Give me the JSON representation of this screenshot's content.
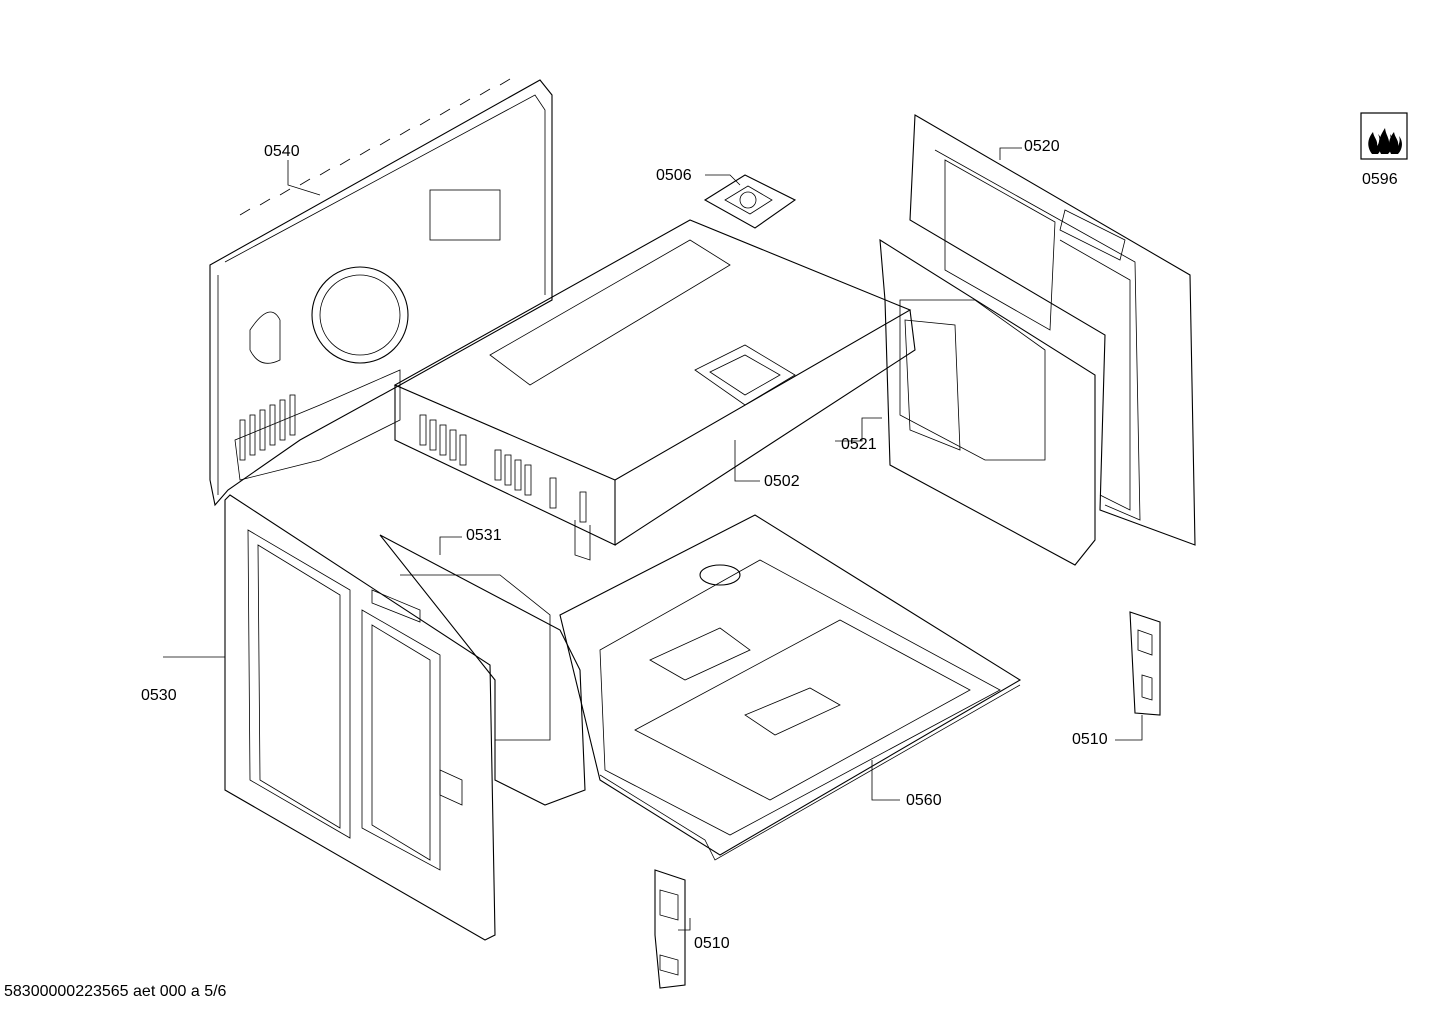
{
  "footer": {
    "document_id": "58300000223565 aet 000 a 5/6"
  },
  "badge": {
    "label": "0596",
    "icon": "gas-flame-icon"
  },
  "callouts": [
    {
      "id": "0540",
      "label": "0540"
    },
    {
      "id": "0506",
      "label": "0506"
    },
    {
      "id": "0520",
      "label": "0520"
    },
    {
      "id": "0521",
      "label": "0521"
    },
    {
      "id": "0502",
      "label": "0502"
    },
    {
      "id": "0531",
      "label": "0531"
    },
    {
      "id": "0530",
      "label": "0530"
    },
    {
      "id": "0510a",
      "label": "0510"
    },
    {
      "id": "0560",
      "label": "0560"
    },
    {
      "id": "0510b",
      "label": "0510"
    }
  ]
}
